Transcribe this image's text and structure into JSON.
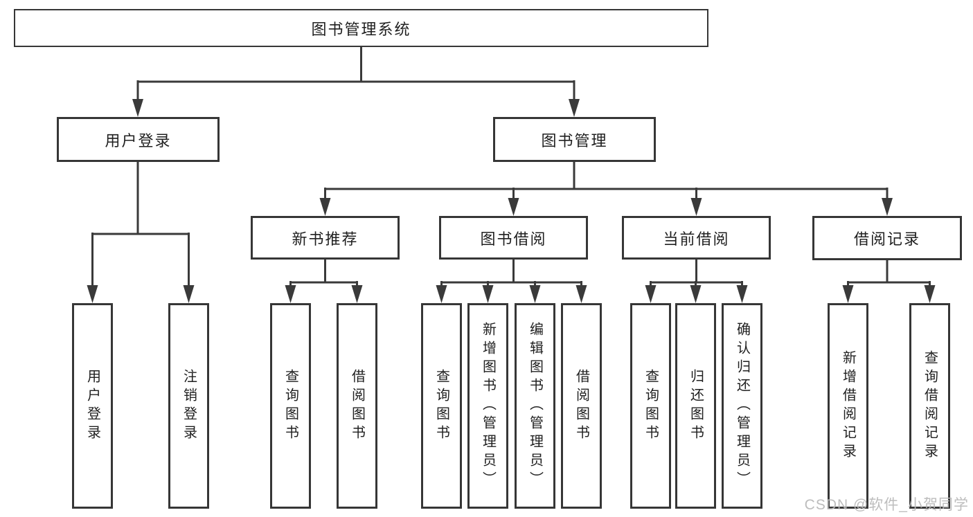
{
  "diagram": {
    "title": "图书管理系统",
    "level2": {
      "user_login": "用户登录",
      "book_mgmt": "图书管理"
    },
    "level3": {
      "new_books": "新书推荐",
      "book_borrow": "图书借阅",
      "current_borrow": "当前借阅",
      "borrow_records": "借阅记录"
    },
    "leaves": {
      "user_login": [
        "用户登录",
        "注销登录"
      ],
      "new_books": [
        "查询图书",
        "借阅图书"
      ],
      "book_borrow": [
        "查询图书",
        "新增图书（管理员）",
        "编辑图书（管理员）",
        "借阅图书"
      ],
      "current_borrow": [
        "查询图书",
        "归还图书",
        "确认归还（管理员）"
      ],
      "borrow_records": [
        "新增借阅记录",
        "查询借阅记录"
      ]
    }
  },
  "watermark": "CSDN @软件_小贺同学",
  "colors": {
    "line": "#3a3a3a",
    "box_border": "#363636",
    "text": "#1f1f1f",
    "watermark": "#b9b9b9",
    "background": "#ffffff"
  }
}
